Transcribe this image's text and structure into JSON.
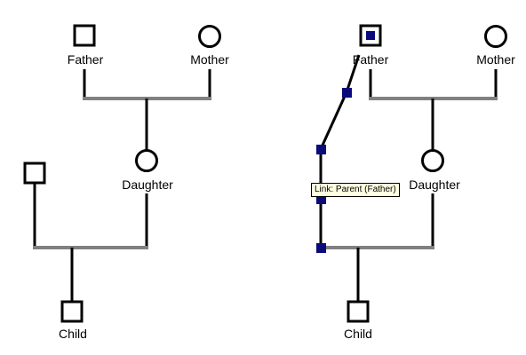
{
  "left_diagram": {
    "father_label": "Father",
    "mother_label": "Mother",
    "daughter_label": "Daughter",
    "child_label": "Child"
  },
  "right_diagram": {
    "father_label": "Father",
    "mother_label": "Mother",
    "daughter_label": "Daughter",
    "child_label": "Child",
    "tooltip": "Link: Parent (Father)"
  },
  "colors": {
    "line": "#000000",
    "partnership_line": "#808080",
    "handle": "#0a0a7a",
    "tooltip_bg": "#ffffe1"
  }
}
